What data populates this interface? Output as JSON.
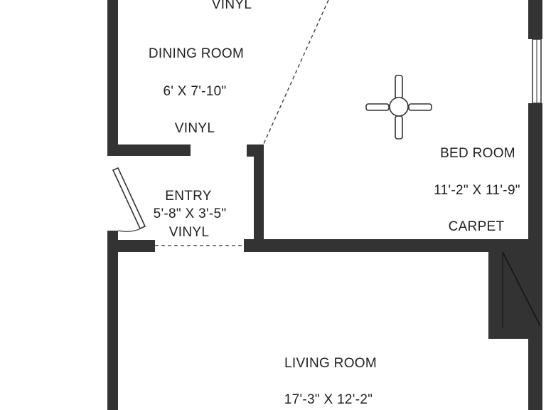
{
  "colors": {
    "wall": "#333333",
    "background": "#ffffff",
    "text": "#222222"
  },
  "rooms": {
    "top_vinyl": {
      "finish": "VINYL"
    },
    "dining": {
      "name": "DINING ROOM",
      "size": "6' X 7'-10\"",
      "finish": "VINYL"
    },
    "entry": {
      "name": "ENTRY",
      "size": "5'-8\" X 3'-5\"",
      "finish": "VINYL"
    },
    "bedroom": {
      "name": "BED ROOM",
      "size": "11'-2\" X 11'-9\"",
      "finish": "CARPET"
    },
    "living": {
      "name": "LIVING ROOM",
      "size": "17'-3\" X 12'-2\""
    }
  },
  "icons": [
    "ceiling-fan-icon",
    "door-swing",
    "window"
  ]
}
